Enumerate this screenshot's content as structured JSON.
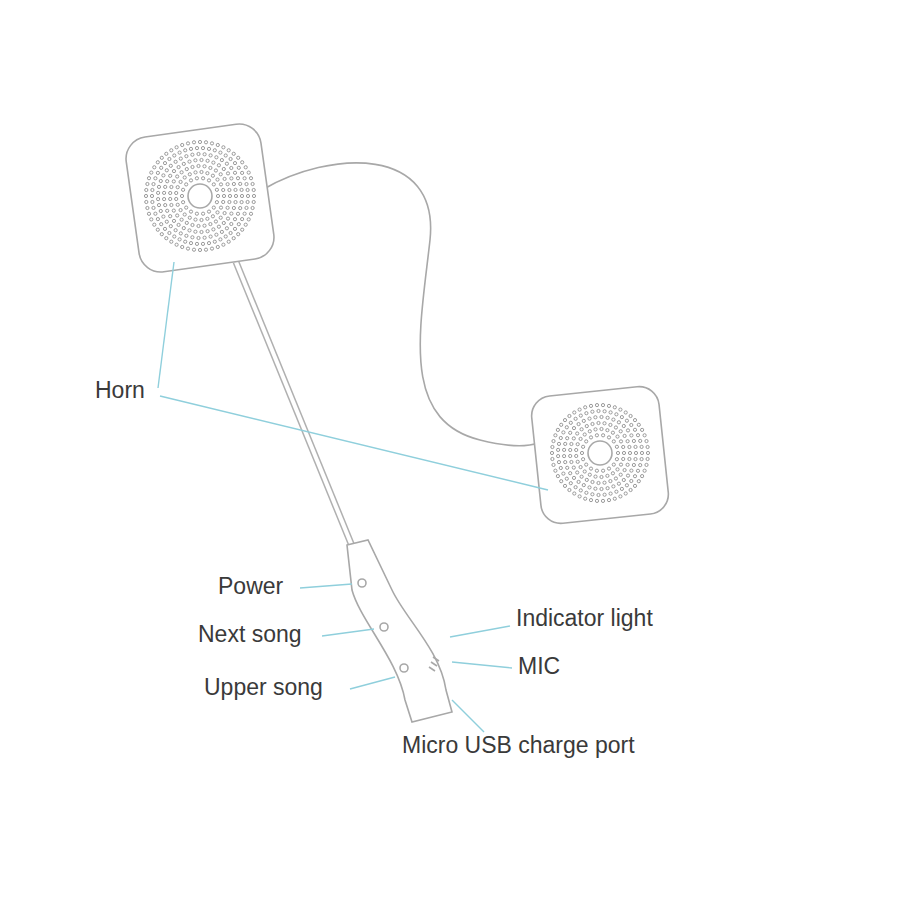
{
  "diagram": {
    "labels": [
      "Horn",
      "Power",
      "Next song",
      "Upper song",
      "Indicator light",
      "MIC",
      "Micro USB charge port"
    ]
  }
}
